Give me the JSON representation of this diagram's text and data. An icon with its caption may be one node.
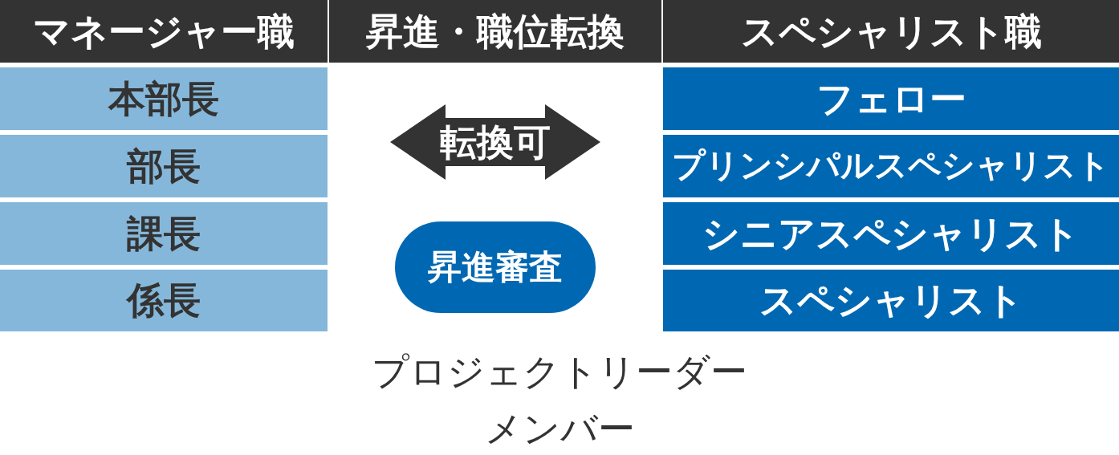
{
  "diagram": {
    "nodes": [
      {
        "text": [
          "マネージャー職"
        ]
      },
      {
        "text": [
          "昇進・職位転換"
        ]
      },
      {
        "text": [
          "スペシャリスト職"
        ]
      },
      {
        "text": [
          "本部長"
        ]
      },
      {
        "text": [
          "部長"
        ]
      },
      {
        "text": [
          "課長"
        ]
      },
      {
        "text": [
          "係長"
        ]
      },
      {
        "text": [
          "転換可"
        ]
      },
      {
        "text": [
          "昇進審査"
        ]
      },
      {
        "text": [
          "フェロー"
        ]
      },
      {
        "text": [
          "プリンシパルスペシャリスト"
        ]
      },
      {
        "text": [
          "シニアスペシャリスト"
        ]
      },
      {
        "text": [
          "スペシャリスト"
        ]
      }
    ],
    "edges": [],
    "labels": [
      "プロジェクトリーダー",
      "メンバー"
    ]
  }
}
